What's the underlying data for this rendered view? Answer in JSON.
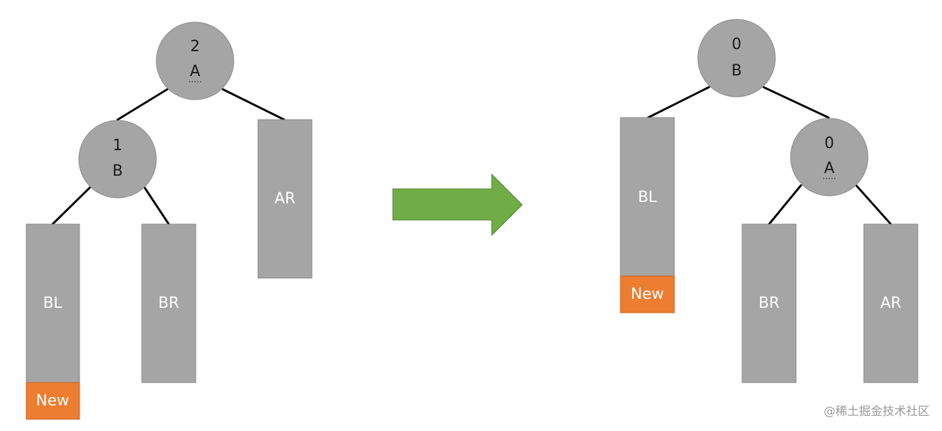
{
  "left_tree": {
    "root": {
      "balance": "2",
      "label": "A"
    },
    "child": {
      "balance": "1",
      "label": "B"
    },
    "subtrees": {
      "bl": "BL",
      "br": "BR",
      "ar": "AR"
    },
    "new_node": "New"
  },
  "right_tree": {
    "root": {
      "balance": "0",
      "label": "B"
    },
    "child": {
      "balance": "0",
      "label": "A"
    },
    "subtrees": {
      "bl": "BL",
      "br": "BR",
      "ar": "AR"
    },
    "new_node": "New"
  },
  "colors": {
    "node": "#a5a5a5",
    "new_node": "#ed7d31",
    "arrow": "#70ad47",
    "edge": "#000000"
  },
  "watermark": "@稀土掘金技术社区"
}
